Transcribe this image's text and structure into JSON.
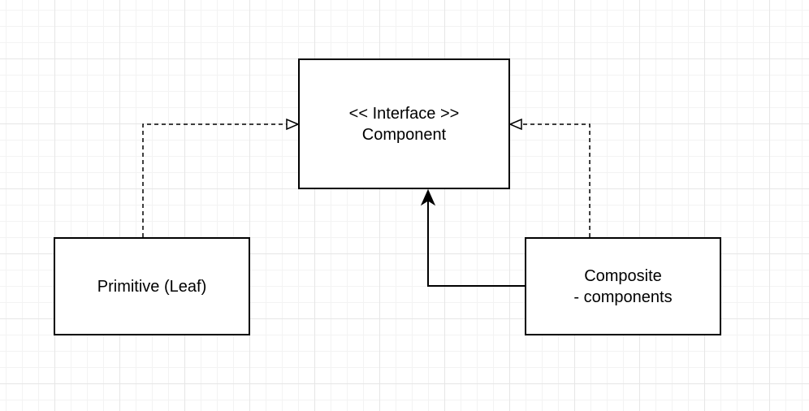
{
  "nodes": {
    "component": {
      "stereotype": "<< Interface >>",
      "name": "Component"
    },
    "primitive": {
      "name": "Primitive (Leaf)"
    },
    "composite": {
      "name": "Composite",
      "attribute": "- components"
    }
  },
  "edges": [
    {
      "from": "Primitive (Leaf)",
      "to": "Component",
      "style": "dashed",
      "arrow": "hollow-triangle"
    },
    {
      "from": "Composite",
      "to": "Component",
      "style": "dashed",
      "arrow": "hollow-triangle"
    },
    {
      "from": "Composite",
      "to": "Component",
      "style": "solid",
      "arrow": "filled"
    }
  ],
  "colors": {
    "stroke": "#000000",
    "background": "#ffffff",
    "grid": "#e6e6e6"
  }
}
